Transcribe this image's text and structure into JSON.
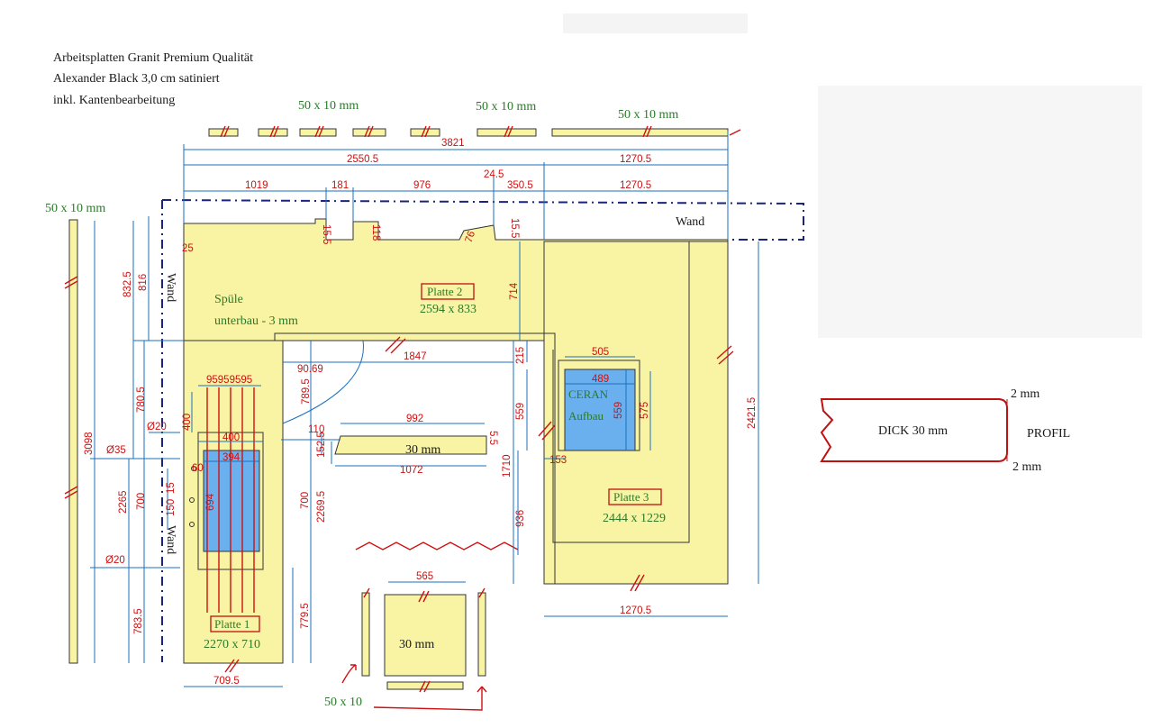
{
  "header": {
    "line1": "Arbeitsplatten Granit  Premium Qualität",
    "line2": "Alexander Black 3,0 cm  satiniert",
    "line3": "inkl. Kantenbearbeitung"
  },
  "strip_labels": {
    "top_a": "50 x 10 mm",
    "top_b": "50 x 10 mm",
    "top_c": "50 x 10 mm",
    "left": "50 x 10 mm",
    "bottom": "50 x 10"
  },
  "wall_labels": {
    "top": "Wand",
    "left_upper": "Wand",
    "left_lower": "Wand"
  },
  "plates": {
    "p1": {
      "label": "Platte 1",
      "size": "2270 x 710"
    },
    "p2": {
      "label": "Platte 2",
      "size": "2594 x 833"
    },
    "p3": {
      "label": "Platte 3",
      "size": "2444 x 1229"
    }
  },
  "sink": {
    "line1": "Spüle",
    "line2": "unterbau - 3 mm"
  },
  "cooktop": {
    "line1": "CERAN",
    "line2": "Aufbau"
  },
  "small_panels": {
    "shelf": "30 mm",
    "square": "30 mm"
  },
  "profile": {
    "label": "DICK 30 mm",
    "title": "PROFIL",
    "top": "2 mm",
    "bottom": "2 mm"
  },
  "dimensions": {
    "d3821": "3821",
    "d2550": "2550.5",
    "d1270a": "1270.5",
    "d1019": "1019",
    "d181": "181",
    "d976": "976",
    "d24": "24.5",
    "d350": "350.5",
    "d1270b": "1270.5",
    "d15a": "15.5",
    "d118": "118",
    "d25": "25",
    "d76": "76",
    "d15b": "15.5",
    "d832": "832.5",
    "d816": "816",
    "d714": "714",
    "d1847": "1847",
    "d9069": "90.69",
    "d215": "215",
    "d505": "505",
    "d489": "489",
    "d575": "575",
    "d559a": "559",
    "d559b": "559",
    "d7805": "780.5",
    "d7895": "789.5",
    "d992": "992",
    "d110": "110",
    "d1525": "152.5",
    "d55": "5.5",
    "d1072": "1072",
    "d1710": "1710",
    "d153": "153",
    "d936": "936",
    "d2421": "2421.5",
    "d95": "95959595",
    "d400a": "400",
    "d400b": "400",
    "d394": "394",
    "d60": "60",
    "d694": "694",
    "d700a": "700",
    "d700b": "700",
    "d22695": "2269.5",
    "d3098": "3098",
    "d2265": "2265",
    "d7835": "783.5",
    "d7795": "779.5",
    "d7095": "709.5",
    "d1270c": "1270.5",
    "d565": "565",
    "d150": "150",
    "d15c": "15",
    "o20a": "Ø20",
    "o35": "Ø35",
    "o20b": "Ø20"
  }
}
